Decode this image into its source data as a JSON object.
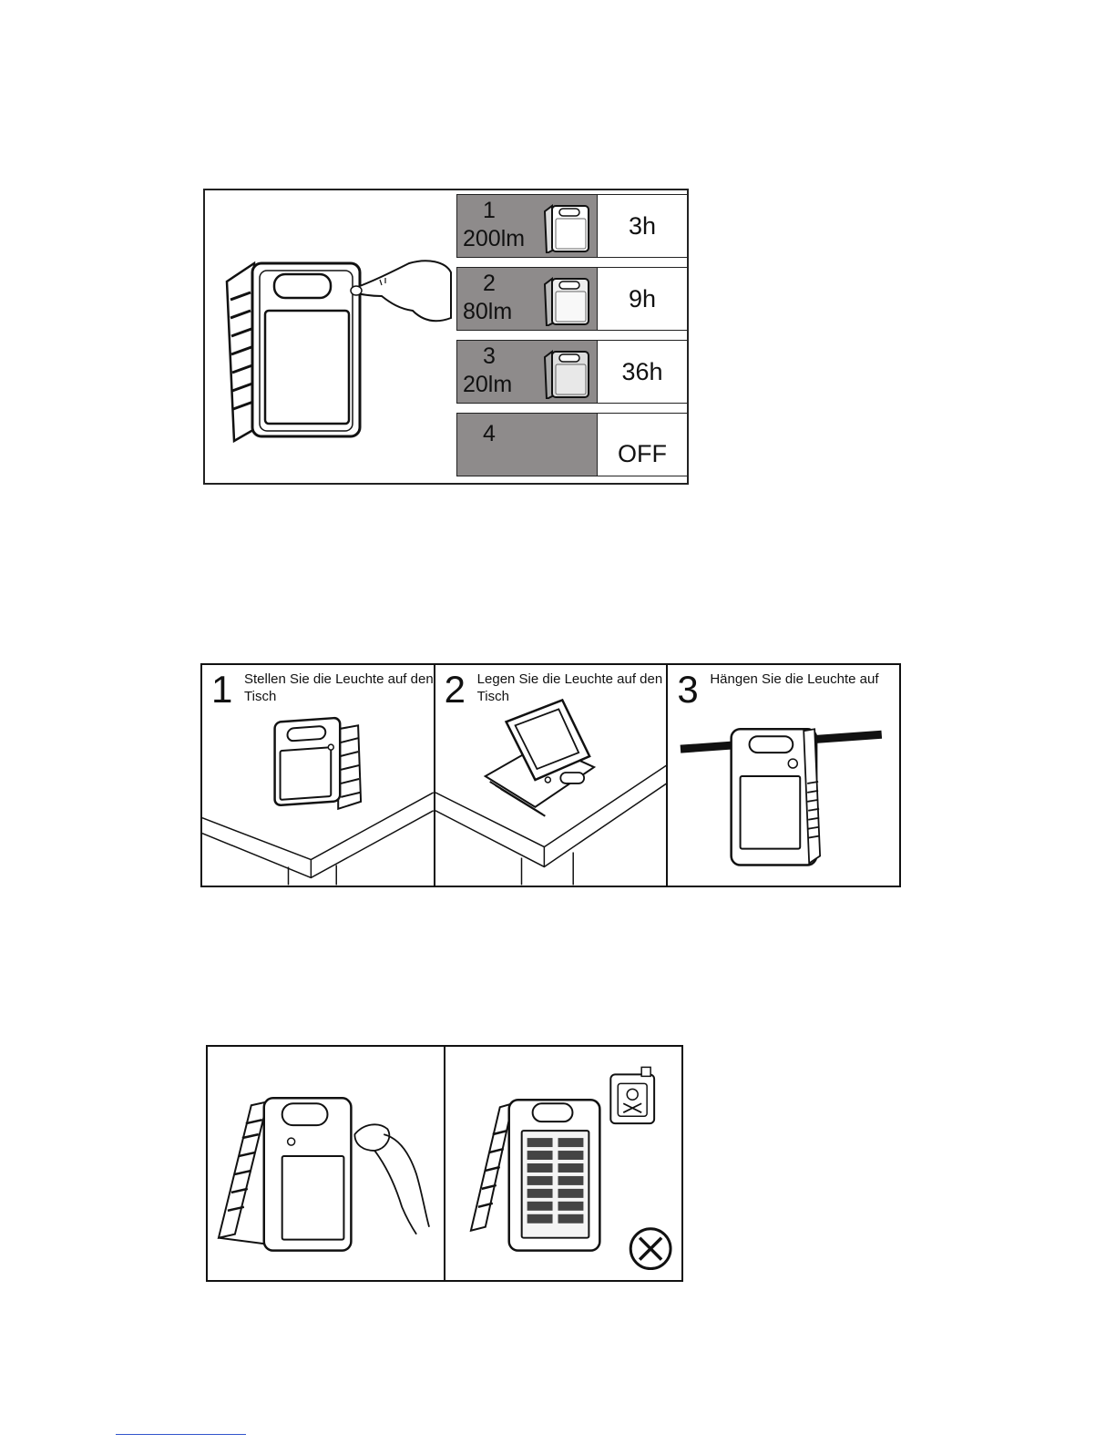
{
  "modes_figure": {
    "rows": [
      {
        "number": "1",
        "lumen": "200lm",
        "runtime": "3h"
      },
      {
        "number": "2",
        "lumen": "80lm",
        "runtime": "9h"
      },
      {
        "number": "3",
        "lumen": "20lm",
        "runtime": "36h"
      },
      {
        "number": "4",
        "lumen": "",
        "runtime": "OFF"
      }
    ],
    "colors": {
      "mode_background": "#8e8b8b",
      "border": "#222222"
    }
  },
  "placement_figure": {
    "panels": [
      {
        "number": "1",
        "text": "Stellen Sie die Leuchte auf den Tisch"
      },
      {
        "number": "2",
        "text": "Legen Sie die Leuchte auf den Tisch"
      },
      {
        "number": "3",
        "text": "Hängen Sie die Leuchte auf"
      }
    ]
  },
  "cleaning_figure": {
    "panels": [
      {
        "icon": "cloth-wipe-icon"
      },
      {
        "icon": "chemical-canister-icon",
        "prohibited_icon": "circle-x-icon"
      }
    ]
  }
}
